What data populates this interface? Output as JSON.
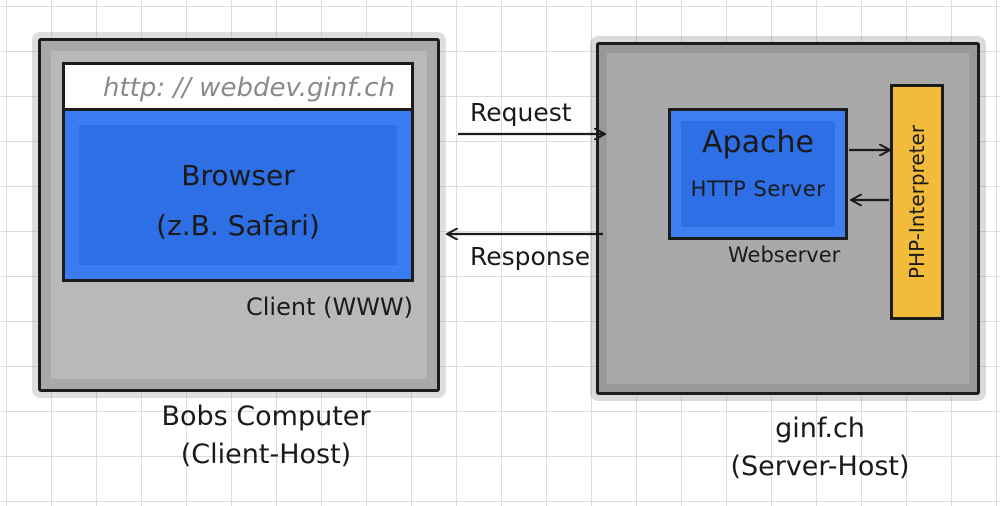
{
  "client_host": {
    "url": "http: // webdev.ginf.ch",
    "browser_title": "Browser",
    "browser_example": "(z.B. Safari)",
    "client_label": "Client (WWW)",
    "host_line1": "Bobs Computer",
    "host_line2": "(Client-Host)"
  },
  "connection": {
    "request_label": "Request",
    "response_label": "Response"
  },
  "server_host": {
    "apache_title": "Apache",
    "apache_subtitle": "HTTP Server",
    "webserver_label": "Webserver",
    "php_label": "PHP-Interpreter",
    "host_line1": "ginf.ch",
    "host_line2": "(Server-Host)"
  },
  "colors": {
    "browser_blue": "#2e6fe6",
    "host_gray": "#b0b0b0",
    "php_yellow": "#f2bc3a",
    "grid": "#dcdcdc"
  }
}
